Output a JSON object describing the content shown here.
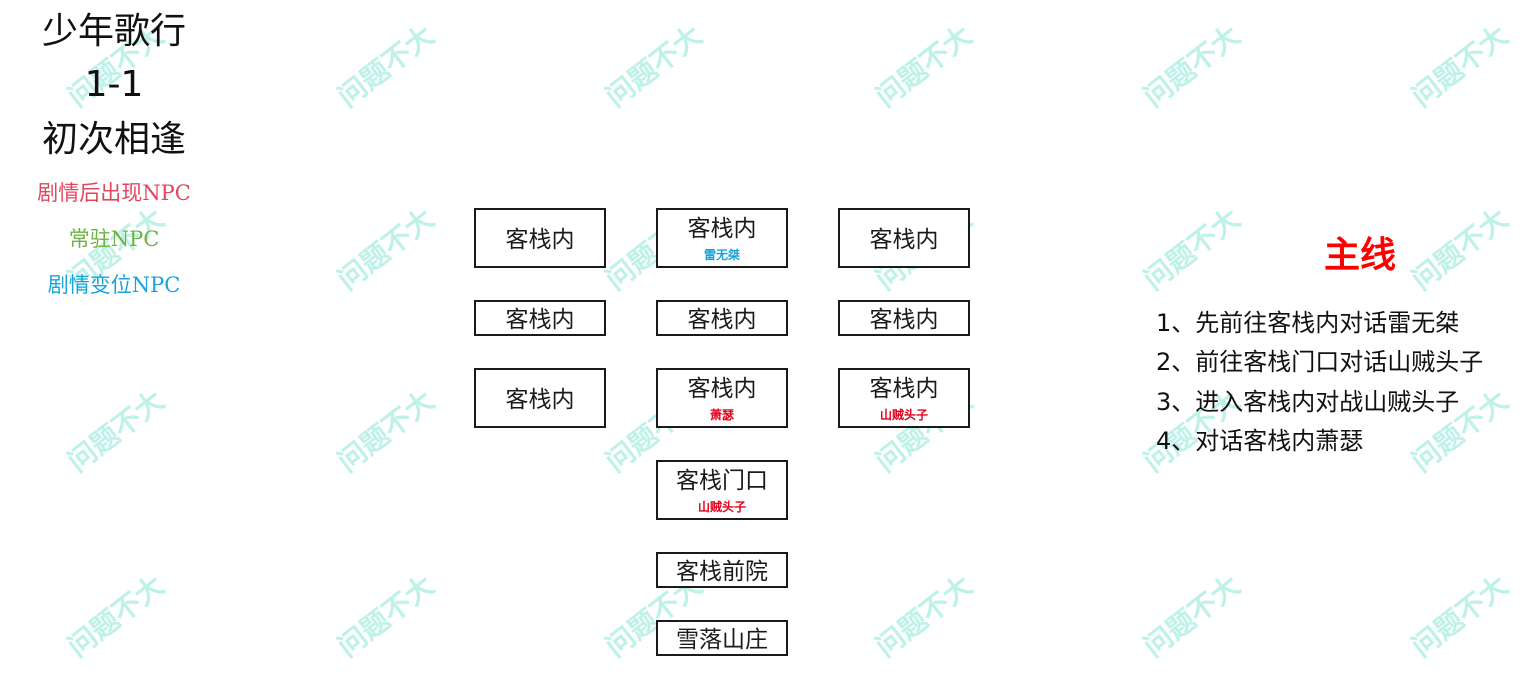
{
  "header": {
    "game": "少年歌行",
    "chapter": "1-1",
    "chapter_title": "初次相逢"
  },
  "legend": [
    {
      "label": "剧情后出现NPC",
      "color": "#e0475f"
    },
    {
      "label": "常驻NPC",
      "color": "#6cb33f"
    },
    {
      "label": "剧情变位NPC",
      "color": "#1aa3d9"
    }
  ],
  "map": {
    "nodes": [
      {
        "id": "r1c1",
        "label": "客栈内",
        "npc": null
      },
      {
        "id": "r1c2",
        "label": "客栈内",
        "npc": "雷无桀"
      },
      {
        "id": "r1c3",
        "label": "客栈内",
        "npc": null
      },
      {
        "id": "r2c1",
        "label": "客栈内",
        "npc": null
      },
      {
        "id": "r2c2",
        "label": "客栈内",
        "npc": null
      },
      {
        "id": "r2c3",
        "label": "客栈内",
        "npc": null
      },
      {
        "id": "r3c1",
        "label": "客栈内",
        "npc": null
      },
      {
        "id": "r3c2",
        "label": "客栈内",
        "npc": "萧瑟"
      },
      {
        "id": "r3c3",
        "label": "客栈内",
        "npc": "山贼头子"
      },
      {
        "id": "door",
        "label": "客栈门口",
        "npc": "山贼头子"
      },
      {
        "id": "yard",
        "label": "客栈前院",
        "npc": null
      },
      {
        "id": "manor",
        "label": "雪落山庄",
        "npc": null
      }
    ],
    "npc_colors": {
      "雷无桀": "#1aa3d9",
      "萧瑟": "#e0001b",
      "山贼头子": "#e0001b"
    }
  },
  "main_quest": {
    "title": "主线",
    "title_color": "#ff0000",
    "steps": [
      "1、先前往客栈内对话雷无桀",
      "2、前往客栈门口对话山贼头子",
      "3、进入客栈内对战山贼头子",
      "4、对话客栈内萧瑟"
    ]
  },
  "watermark": {
    "text": "问题不大",
    "color": "#b8f0e6"
  }
}
